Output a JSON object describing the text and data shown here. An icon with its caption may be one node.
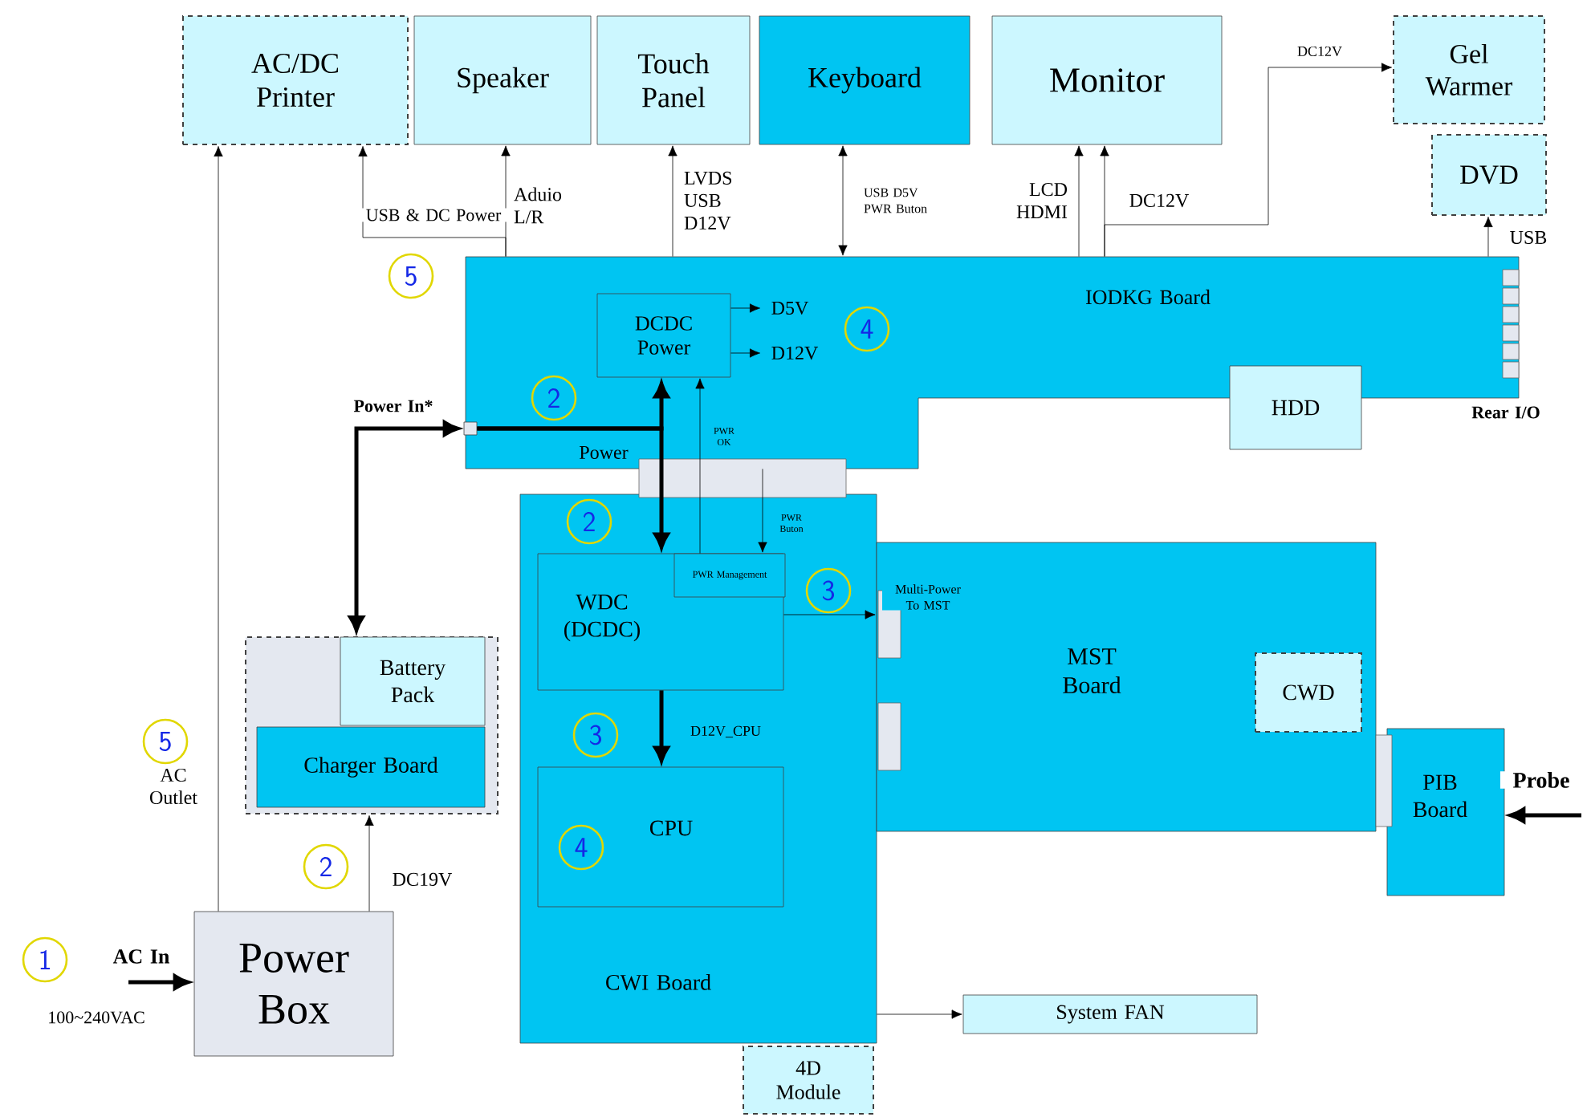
{
  "diagram": {
    "nodes": [
      {
        "text": [
          "AC/DC Printer"
        ]
      },
      {
        "text": [
          "Speaker"
        ]
      },
      {
        "text": [
          "Touch Panel"
        ]
      },
      {
        "text": [
          "Keyboard"
        ]
      },
      {
        "text": [
          "Monitor"
        ]
      },
      {
        "text": [
          "Gel Warmer"
        ]
      },
      {
        "text": [
          "DVD"
        ]
      },
      {
        "text": [
          "IODKG Board"
        ]
      },
      {
        "text": [
          "DCDC Power"
        ],
        "in": 7
      },
      {
        "text": [
          "HDD"
        ]
      },
      {
        "text": [
          "CWI Board"
        ]
      },
      {
        "text": [
          "WDC (DCDC)"
        ],
        "in": 10
      },
      {
        "text": [
          "PWR Management"
        ],
        "in": 11
      },
      {
        "text": [
          "CPU"
        ],
        "in": 10
      },
      {
        "text": [
          "MST Board"
        ]
      },
      {
        "text": [
          "CWD"
        ],
        "in": 14
      },
      {
        "text": [
          "PIB Board"
        ]
      },
      {
        "text": [
          "System FAN"
        ]
      },
      {
        "text": [
          "4D Module"
        ]
      },
      {
        "text": [],
        "shape": "box"
      },
      {
        "text": [
          "Battery Pack"
        ],
        "in": 19
      },
      {
        "text": [
          "Charger Board"
        ],
        "in": 19
      },
      {
        "text": [
          "Power Box"
        ]
      },
      {
        "text": [],
        "shape": "box",
        "in": 7
      }
    ],
    "edges": [
      {
        "from": 22,
        "to": 0,
        "arrow": "to"
      },
      {
        "from": 7,
        "to": 0,
        "arrow": "to",
        "label": "USB & DC Power"
      },
      {
        "from": 7,
        "to": 1,
        "arrow": "to",
        "label": "Aduio L/R"
      },
      {
        "from": 7,
        "to": 2,
        "arrow": "to",
        "label": "LVDS USB D12V"
      },
      {
        "from": 7,
        "to": 3,
        "arrow": "both",
        "label": "USB D5V PWR Buton"
      },
      {
        "from": 7,
        "to": 4,
        "arrow": "to",
        "label": "LCD HDMI"
      },
      {
        "from": 7,
        "to": 4,
        "arrow": "to",
        "label": "DC12V"
      },
      {
        "from": 7,
        "to": 5,
        "arrow": "to",
        "label": "DC12V"
      },
      {
        "from": 7,
        "to": 6,
        "arrow": "to",
        "label": "USB"
      },
      {
        "from": 19,
        "to": 23,
        "arrow": "both",
        "label": "Power In*",
        "style": "thick"
      },
      {
        "from": 23,
        "to": 8,
        "arrow": "to",
        "style": "thick"
      },
      {
        "from": 23,
        "to": 11,
        "arrow": "to",
        "style": "thick"
      },
      {
        "from": 8,
        "to": null,
        "arrow": "to",
        "label": "D5V"
      },
      {
        "from": 8,
        "to": null,
        "arrow": "to",
        "label": "D12V"
      },
      {
        "from": 12,
        "to": 8,
        "arrow": "to",
        "label": "PWR OK"
      },
      {
        "from": 7,
        "to": 12,
        "arrow": "to",
        "label": "PWR Buton"
      },
      {
        "from": 11,
        "to": 14,
        "arrow": "to",
        "label": "Multi-Power To MST"
      },
      {
        "from": 11,
        "to": 13,
        "arrow": "to",
        "label": "D12V_CPU",
        "style": "thick"
      },
      {
        "from": 22,
        "to": 19,
        "arrow": "to",
        "label": "DC19V"
      },
      {
        "from": null,
        "to": 22,
        "arrow": "to",
        "label": "AC In",
        "style": "thick"
      },
      {
        "from": 10,
        "to": 17,
        "arrow": "to"
      },
      {
        "from": null,
        "to": 16,
        "arrow": "to",
        "label": "Probe",
        "style": "thick"
      }
    ],
    "labels": [
      "5",
      "4",
      "2",
      "Rear I/O",
      "Power",
      "2",
      "3",
      "3",
      "5",
      "AC Outlet",
      "4",
      "2",
      "1",
      "100~240VAC"
    ]
  }
}
